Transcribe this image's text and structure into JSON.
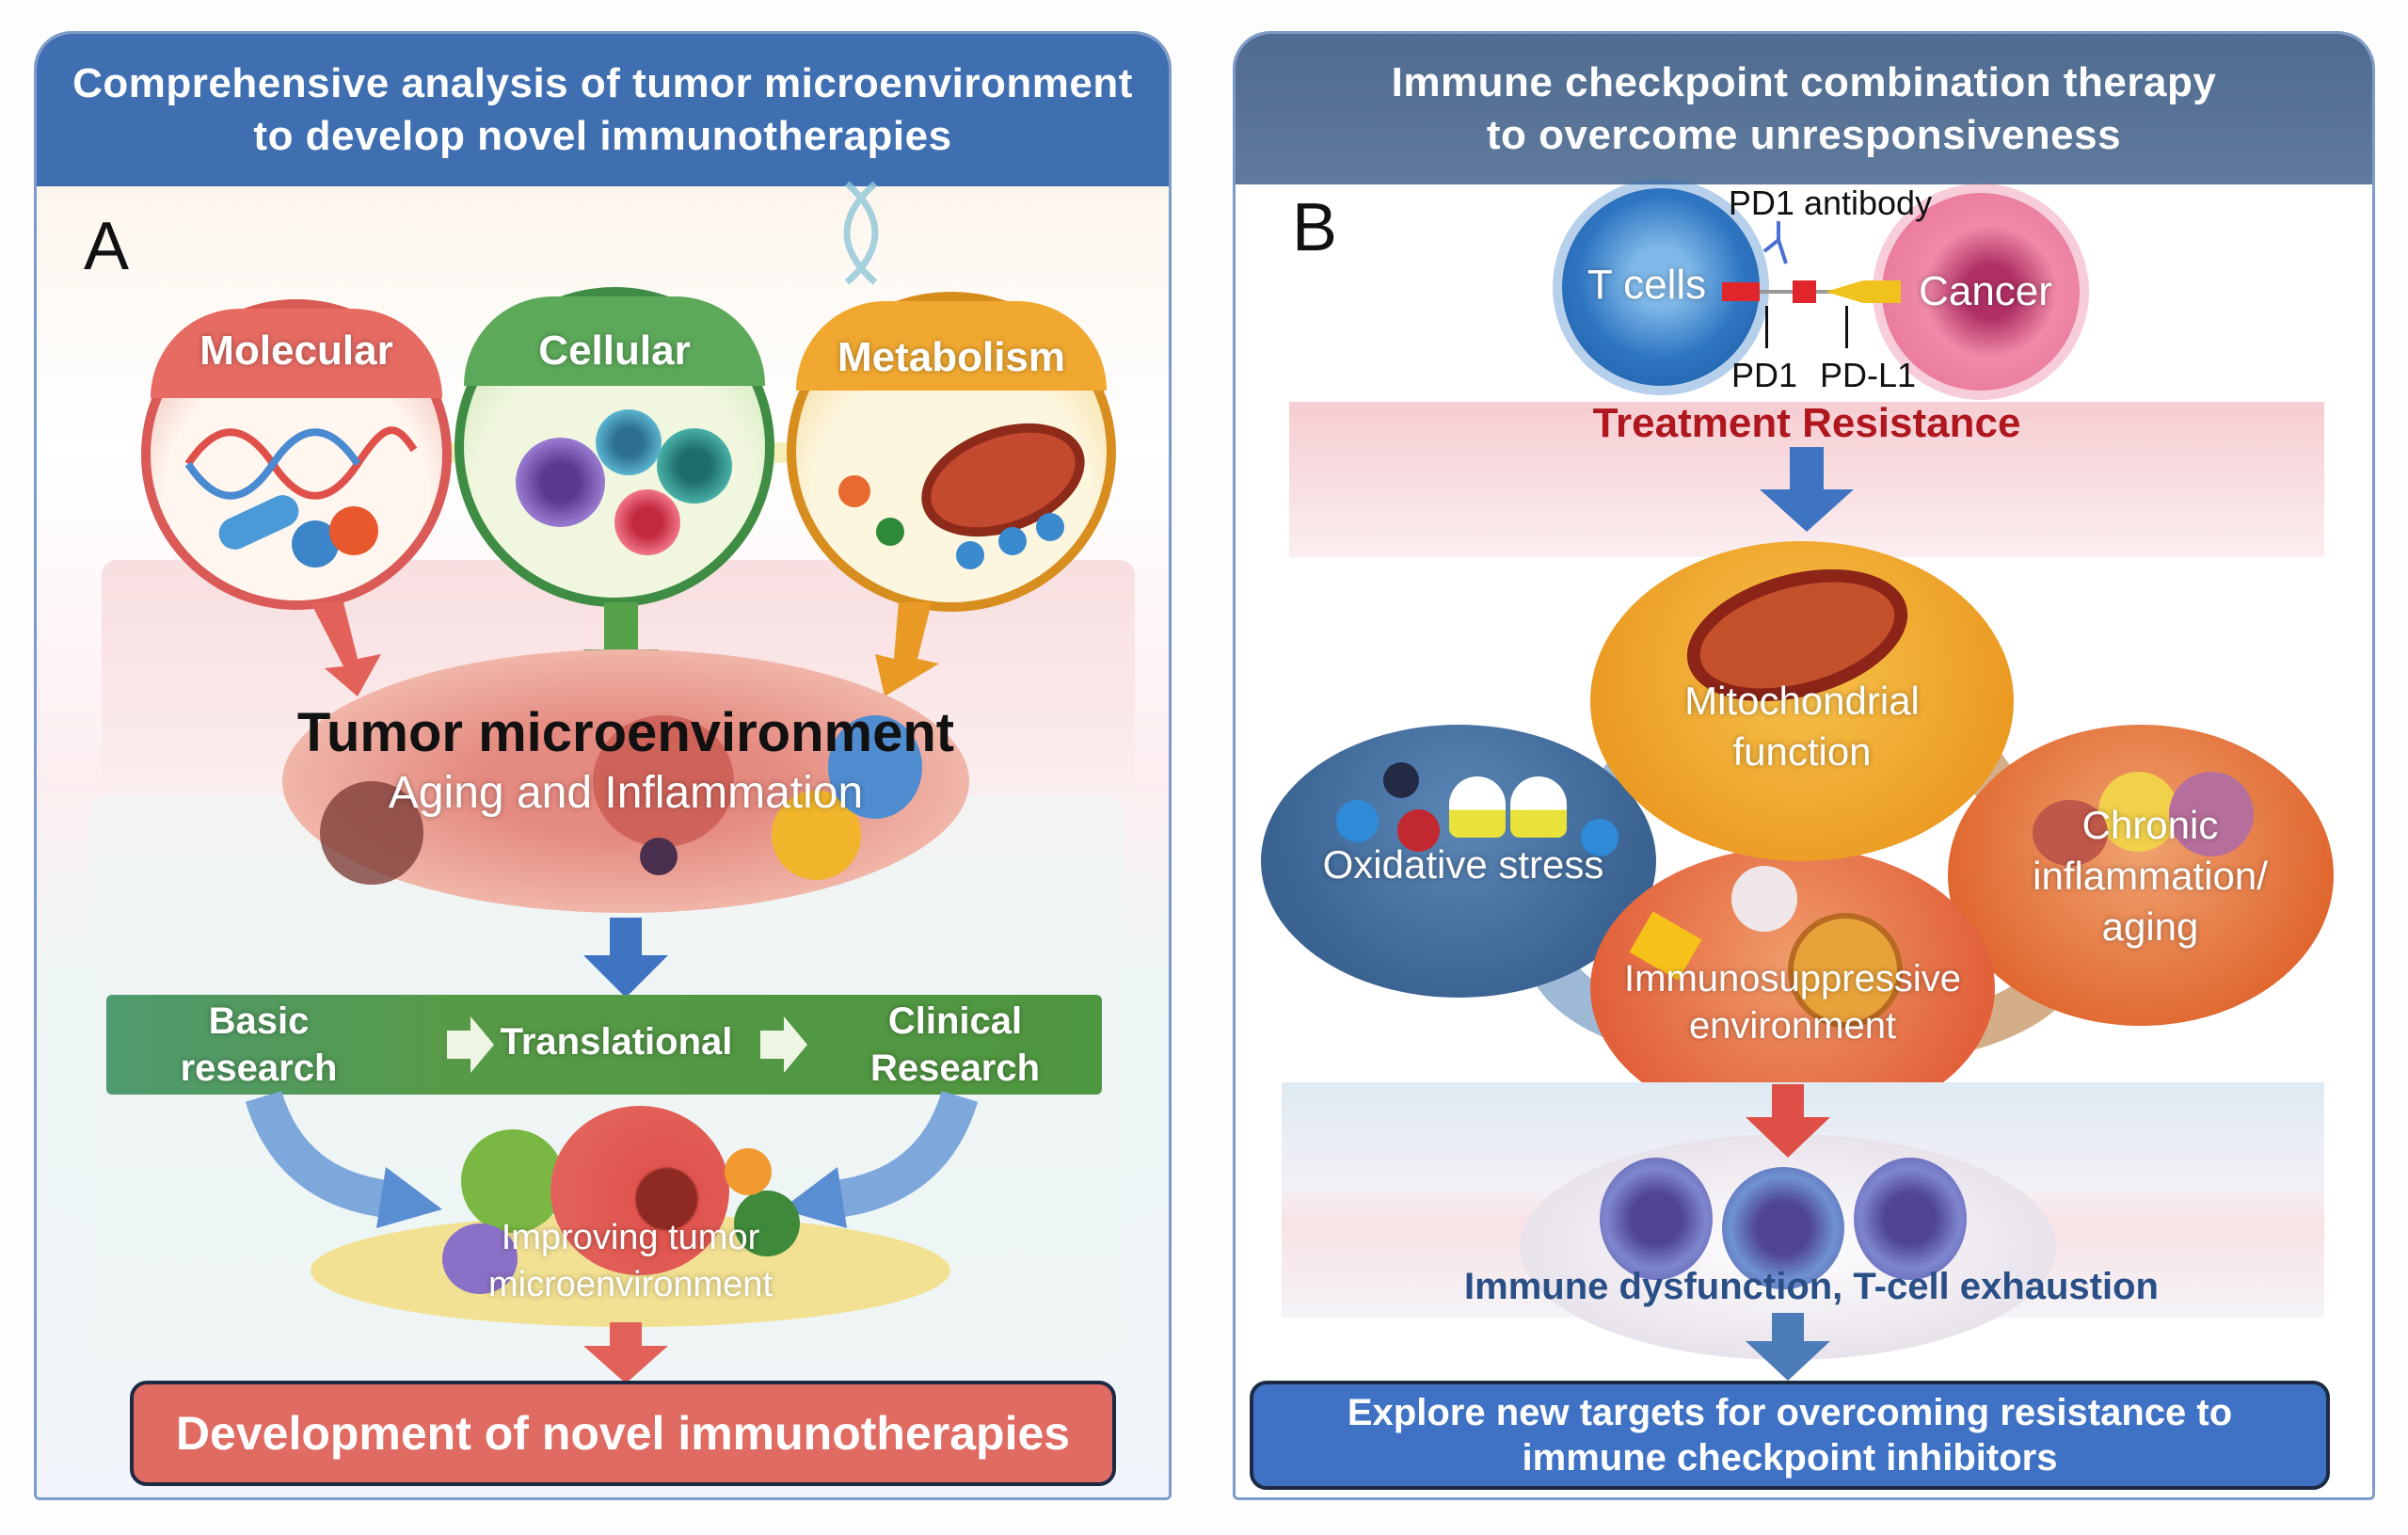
{
  "panel_a": {
    "header": "Comprehensive analysis of tumor microenvironment\nto develop novel immunotherapies",
    "label": "A",
    "circles": [
      {
        "label": "Molecular",
        "color": "#e05a52"
      },
      {
        "label": "Cellular",
        "color": "#4e9a4a"
      },
      {
        "label": "Metabolism",
        "color": "#e8a024"
      }
    ],
    "tumor_title": "Tumor microenvironment",
    "tumor_subtitle": "Aging and Inflammation",
    "research_steps": [
      "Basic\nresearch",
      "Translational",
      "Clinical\nResearch"
    ],
    "improving_label": "Improving tumor\nmicroenvironment",
    "result": "Development of novel immunotherapies",
    "colors": {
      "header": "#3f6fb0",
      "result_box": "#df6b63",
      "research_bar": "#4f9a55"
    }
  },
  "panel_b": {
    "header": "Immune checkpoint combination therapy\nto overcome unresponsiveness",
    "label": "B",
    "cells": {
      "t_cell": "T cells",
      "cancer": "Cancer"
    },
    "molecules": {
      "antibody": "PD1 antibody",
      "pd1": "PD1",
      "pdl1": "PD-L1"
    },
    "resistance": "Treatment Resistance",
    "factors": [
      {
        "label": "Mitochondrial\nfunction",
        "color": "#eea52c"
      },
      {
        "label": "Oxidative stress",
        "color": "#3f6e9e"
      },
      {
        "label": "Chronic\ninflammation/\naging",
        "color": "#e8743a"
      },
      {
        "label": "Immunosuppressive\nenvironment",
        "color": "#e2623a"
      }
    ],
    "dysfunction": "Immune dysfunction, T-cell exhaustion",
    "result": "Explore new targets for overcoming resistance to\nimmune checkpoint inhibitors",
    "colors": {
      "header": "#536d8f",
      "result_box": "#3f72c4",
      "resistance_text": "#b0161e",
      "dysfunction_text": "#2a4f86"
    }
  }
}
